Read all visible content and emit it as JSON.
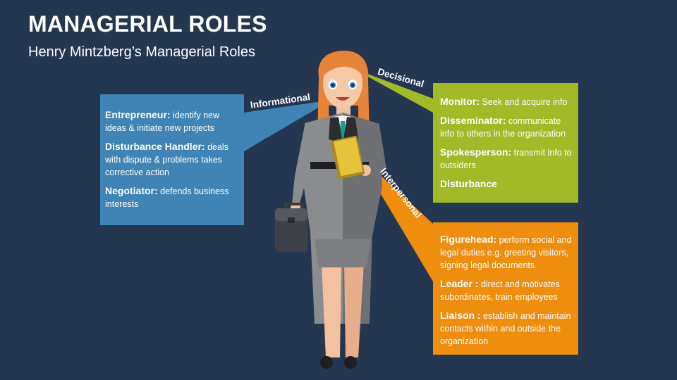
{
  "header": {
    "title": "MANAGERIAL ROLES",
    "subtitle": "Henry Mintzberg’s Managerial Roles"
  },
  "callouts": {
    "informational": {
      "label": "Informational",
      "color": "#3f84b5",
      "items": [
        {
          "term": "Entrepreneur:",
          "desc": " identify new ideas & initiate new projects"
        },
        {
          "term": "Disturbance Handler:",
          "desc": " deals with dispute & problems takes corrective action"
        },
        {
          "term": "Negotiator:",
          "desc": " defends business interests"
        }
      ]
    },
    "decisional": {
      "label": "Decisional",
      "color": "#a2ba28",
      "items": [
        {
          "term": "Monitor:",
          "desc": " Seek and acquire info"
        },
        {
          "term": "Disseminator:",
          "desc": " communicate info to others in the organization"
        },
        {
          "term": "Spokesperson:",
          "desc": " transmit info to outsiders"
        },
        {
          "term": "Disturbance",
          "desc": ""
        }
      ]
    },
    "interpersonal": {
      "label": "Interpersonal",
      "color": "#ef8d0f",
      "items": [
        {
          "term": "Figurehead:",
          "desc": " perform social and legal duties e.g. greeting visitors, signing legal documents"
        },
        {
          "term": "Leader :",
          "desc": " direct and motivates subordinates, train employees"
        },
        {
          "term": "Liaison :",
          "desc": " establish and maintain contacts within and outside the organization"
        }
      ]
    }
  },
  "illustration": {
    "figure": "businesswoman-illustration",
    "props": [
      "briefcase-icon",
      "folder-icon"
    ]
  }
}
